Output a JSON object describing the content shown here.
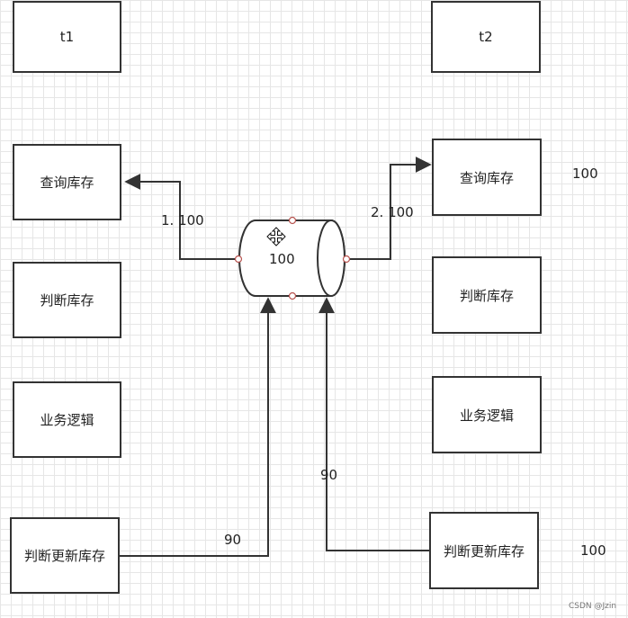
{
  "thread_left": {
    "title": "t1",
    "steps": [
      "查询库存",
      "判断库存",
      "业务逻辑",
      "判断更新库存"
    ]
  },
  "thread_right": {
    "title": "t2",
    "steps": [
      "查询库存",
      "判断库存",
      "业务逻辑",
      "判断更新库存"
    ],
    "query_value": "100",
    "update_value": "100"
  },
  "database": {
    "value": "100"
  },
  "edges": {
    "read_left": "1. 100",
    "read_right": "2. 100",
    "write_left": "90",
    "write_right": "90"
  },
  "watermark": "CSDN @Jzin",
  "colors": {
    "stroke": "#333333",
    "handle": "#b85450"
  }
}
